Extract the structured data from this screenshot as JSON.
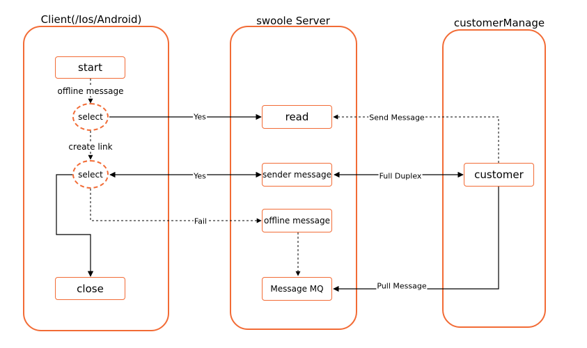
{
  "lanes": {
    "client": "Client(/Ios/Android)",
    "server": "swoole Server",
    "manager": "customerManage"
  },
  "nodes": {
    "start": "start",
    "select1": "select",
    "select2": "select",
    "close": "close",
    "read": "read",
    "sender": "sender message",
    "offline": "offline message",
    "mq": "Message MQ",
    "customer": "customer"
  },
  "edge_labels": {
    "offline_message": "offline message",
    "create_link": "create link",
    "yes1": "Yes",
    "yes2": "Yes",
    "fail": "Fail",
    "send_message": "Send Message",
    "full_duplex": "Full Duplex",
    "pull_message": "Pull Message"
  },
  "colors": {
    "accent": "#f26b35",
    "line": "#000000"
  }
}
